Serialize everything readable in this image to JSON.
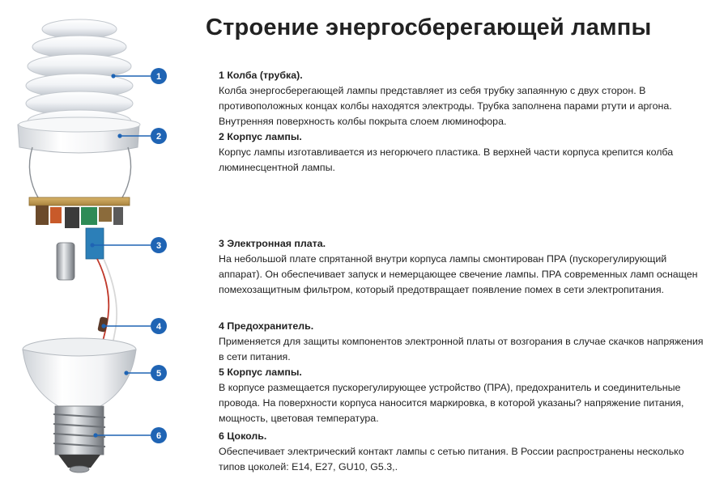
{
  "title": "Строение энергосберегающей лампы",
  "colors": {
    "marker": "#1f64b4",
    "marker_text": "#ffffff",
    "leader_line": "#1f64b4"
  },
  "markers": [
    "1",
    "2",
    "3",
    "4",
    "5",
    "6"
  ],
  "sections": [
    {
      "heading": "1 Колба (трубка).",
      "body": "Колба энергосберегающей лампы представляет из себя трубку запаянную с двух сторон. В противоположных концах колбы находятся электроды. Трубка заполнена парами ртути и аргона. Внутренняя поверхность колбы покрыта слоем люминофора."
    },
    {
      "heading": "2 Корпус лампы.",
      "body": "Корпус лампы изготавливается из негорючего пластика. В верхней части корпуса крепится колба люминесцентной лампы."
    },
    {
      "heading": "3 Электронная плата.",
      "body": "На небольшой плате спрятанной внутри корпуса лампы смонтирован ПРА (пускорегулирующий аппарат). Он обеспечивает запуск и немерцающее свечение лампы. ПРА современных ламп оснащен помехозащитным фильтром, который предотвращает появление помех в сети электропитания."
    },
    {
      "heading": "4 Предохранитель.",
      "body": "Применяется для защиты компонентов электронной платы от возгорания в случае скачков напряжения в сети питания."
    },
    {
      "heading": "5 Корпус лампы.",
      "body": "В корпусе размещается пускорегулирующее устройство (ПРА), предохранитель и соединительные провода. На поверхности корпуса наносится маркировка, в которой указаны? напряжение питания, мощность, цветовая температура."
    },
    {
      "heading": "6 Цоколь.",
      "body": "Обеспечивает электрический контакт лампы с сетью питания. В России распространены несколько типов цоколей: E14, E27, GU10, G5.3,."
    }
  ]
}
